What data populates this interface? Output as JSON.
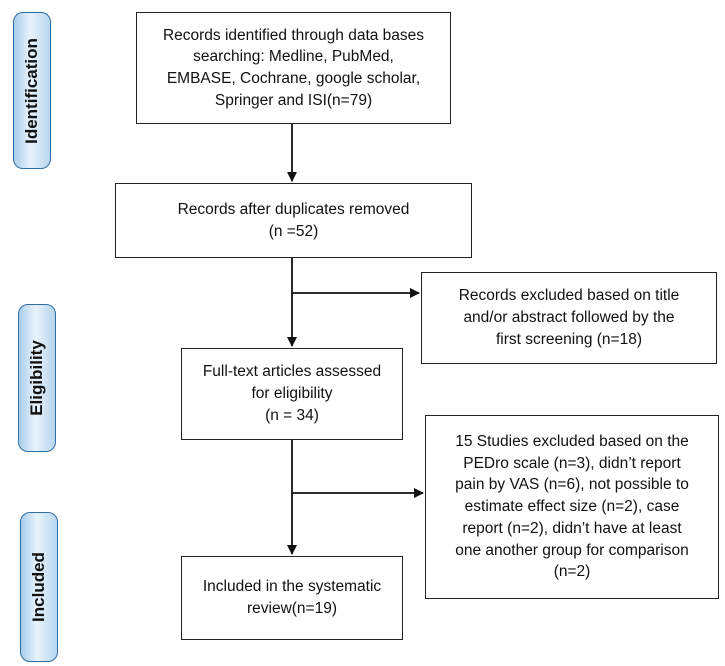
{
  "phases": {
    "identification": "Identification",
    "eligibility": "Eligibility",
    "included": "Included"
  },
  "boxes": {
    "identified": "Records identified through data bases\nsearching: Medline, PubMed,\nEMBASE, Cochrane, google scholar,\nSpringer and ISI(n=79)",
    "after_duplicates": "Records after duplicates removed\n(n =52)",
    "excluded_title": "Records excluded based on title\nand/or abstract followed by the\nfirst screening (n=18)",
    "fulltext": "Full-text articles assessed\nfor eligibility\n(n = 34)",
    "excluded_studies": "15 Studies excluded based on the\nPEDro scale (n=3), didn’t report\npain by VAS (n=6), not possible to\nestimate effect size (n=2), case\nreport (n=2), didn’t have at least\none another group for comparison\n(n=2)",
    "included": "Included in the systematic\nreview(n=19)"
  }
}
